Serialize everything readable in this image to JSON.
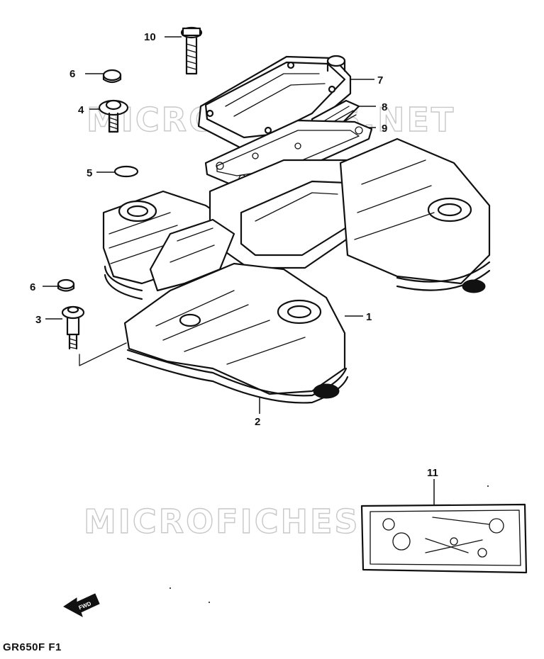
{
  "watermark": "MICROFICHES.NET",
  "callouts": [
    "1",
    "2",
    "3",
    "4",
    "5",
    "6",
    "7",
    "8",
    "9",
    "10",
    "11"
  ],
  "fwd_label": "FWD",
  "footer_code": "GR650F F1",
  "icons": {
    "direction": "fwd-arrow-icon"
  }
}
